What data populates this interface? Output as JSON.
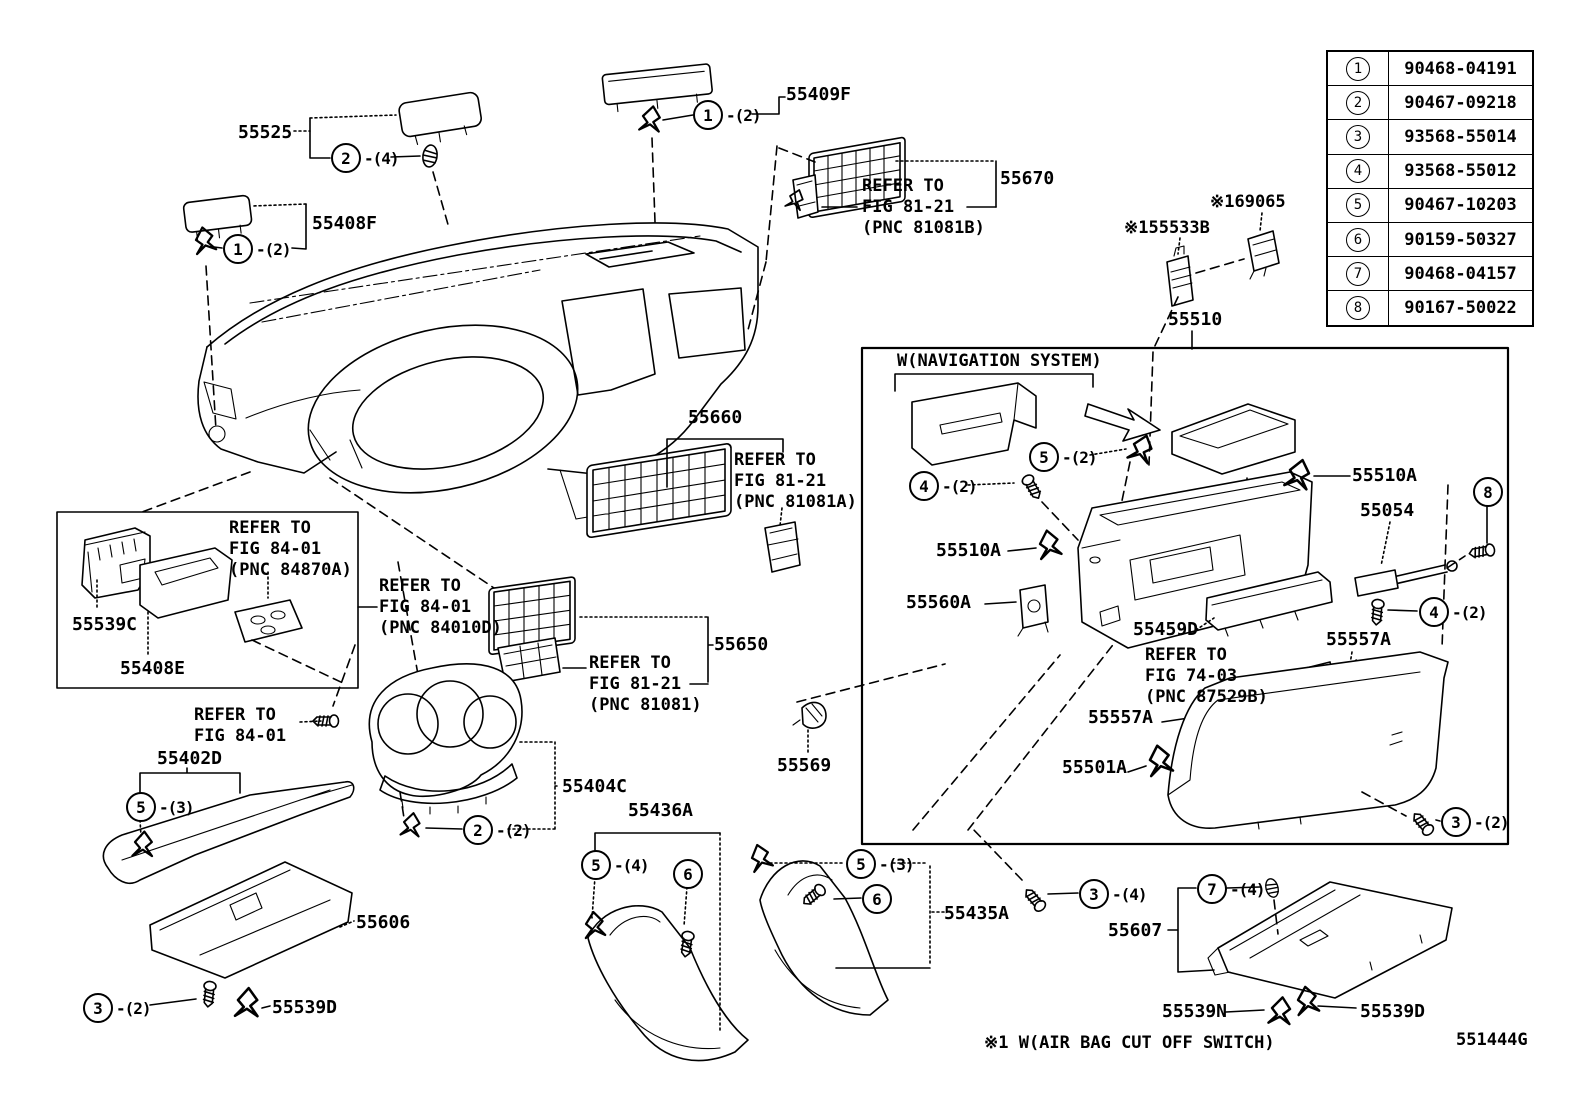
{
  "table": {
    "rows": [
      {
        "num": "1",
        "part": "90468-04191"
      },
      {
        "num": "2",
        "part": "90467-09218"
      },
      {
        "num": "3",
        "part": "93568-55014"
      },
      {
        "num": "4",
        "part": "93568-55012"
      },
      {
        "num": "5",
        "part": "90467-10203"
      },
      {
        "num": "6",
        "part": "90159-50327"
      },
      {
        "num": "7",
        "part": "90468-04157"
      },
      {
        "num": "8",
        "part": "90167-50022"
      }
    ]
  },
  "labels": {
    "p55525": "55525",
    "p55408f": "55408F",
    "p55409f": "55409F",
    "p55670": "55670",
    "p169065": "※169065",
    "p155533b": "※155533B",
    "p55510": "55510",
    "p55539c": "55539C",
    "p55408e": "55408E",
    "p55402d": "55402D",
    "p55606": "55606",
    "p55539d_left": "55539D",
    "p55660": "55660",
    "p55650": "55650",
    "p55404c": "55404C",
    "p55436a": "55436A",
    "p55435a": "55435A",
    "p55569": "55569",
    "p55607": "55607",
    "p55539n": "55539N",
    "p55539d_right": "55539D",
    "nav_header": "W(NAVIGATION SYSTEM)",
    "p55510a_left": "55510A",
    "p55560a": "55560A",
    "p55510a_right": "55510A",
    "p55054": "55054",
    "p55459d": "55459D",
    "p55557a_upper": "55557A",
    "p55557a_lower": "55557A",
    "p55501a": "55501A",
    "footnote": "※1 W(AIR BAG CUT OFF SWITCH)",
    "diagram_code": "551444G"
  },
  "refer": {
    "r81081b": [
      "REFER TO",
      "FIG 81-21",
      "(PNC 81081B)"
    ],
    "r84870a": [
      "REFER TO",
      "FIG 84-01",
      "(PNC 84870A)"
    ],
    "r84010d": [
      "REFER TO",
      "FIG 84-01",
      "(PNC 84010D)"
    ],
    "r8401": [
      "REFER TO",
      "FIG 84-01"
    ],
    "r81081a": [
      "REFER TO",
      "FIG 81-21",
      "(PNC 81081A)"
    ],
    "r81081": [
      "REFER TO",
      "FIG 81-21",
      "(PNC 81081)"
    ],
    "r87529b": [
      "REFER TO",
      "FIG 74-03",
      "(PNC 87529B)"
    ]
  },
  "callouts": {
    "c55408f": {
      "num": "1",
      "qty": "-(2)"
    },
    "c55525": {
      "num": "2",
      "qty": "-(4)"
    },
    "c55409f": {
      "num": "1",
      "qty": "-(2)"
    },
    "c55402d": {
      "num": "5",
      "qty": "-(3)"
    },
    "c55606": {
      "num": "3",
      "qty": "-(2)"
    },
    "c55404c": {
      "num": "2",
      "qty": "-(2)"
    },
    "c55436a_clip": {
      "num": "5",
      "qty": "-(4)"
    },
    "c55436a_screw": {
      "num": "6",
      "qty": ""
    },
    "c55435a_clip": {
      "num": "5",
      "qty": "-(3)"
    },
    "c55435a_screw": {
      "num": "6",
      "qty": ""
    },
    "c55435a_bolt": {
      "num": "3",
      "qty": "-(4)"
    },
    "c55607": {
      "num": "7",
      "qty": "-(4)"
    },
    "cnav_clip": {
      "num": "5",
      "qty": "-(2)"
    },
    "cnav_screw": {
      "num": "4",
      "qty": "-(2)"
    },
    "c55054_bolt": {
      "num": "8",
      "qty": ""
    },
    "c55054_screw": {
      "num": "4",
      "qty": "-(2)"
    },
    "c55501a": {
      "num": "3",
      "qty": "-(2)"
    }
  }
}
